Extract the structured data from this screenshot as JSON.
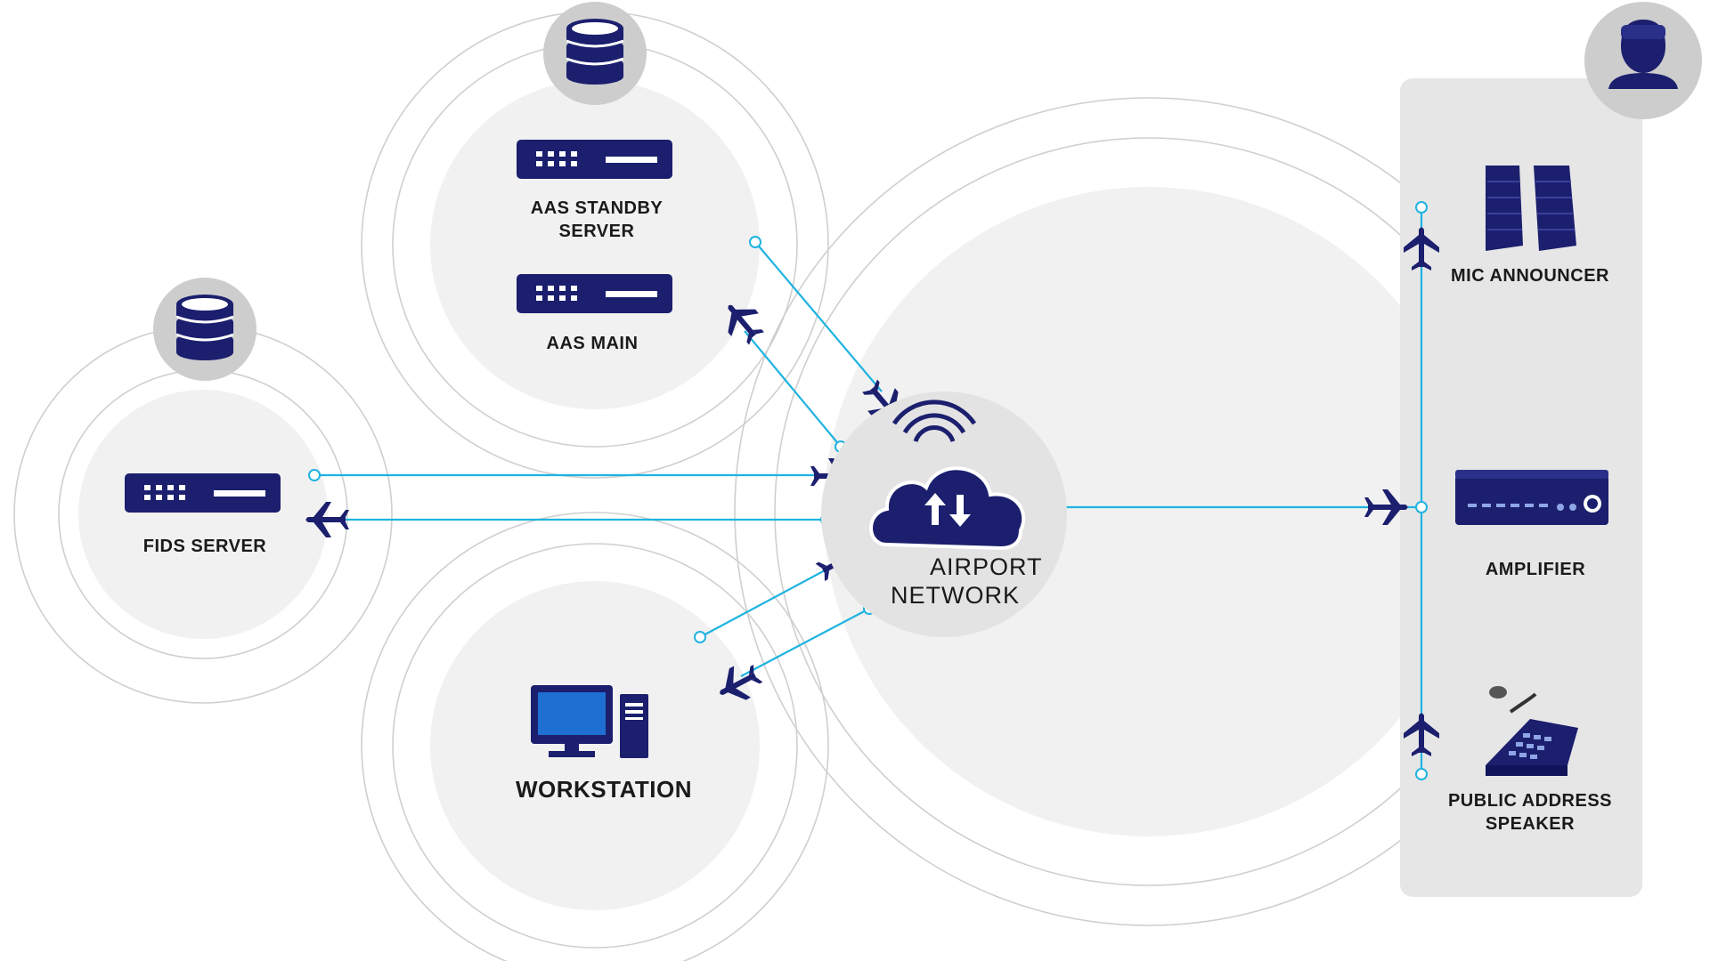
{
  "nodes": {
    "aas_standby": "AAS STANDBY",
    "aas_standby_line2": "SERVER",
    "aas_main": "AAS MAIN",
    "fids_server": "FIDS SERVER",
    "workstation": "WORKSTATION",
    "airport_network": "AIRPORT",
    "airport_network_line2": "NETWORK",
    "mic_announcer": "MIC ANNOUNCER",
    "amplifier": "AMPLIFIER",
    "pa_speaker": "PUBLIC ADDRESS",
    "pa_speaker_line2": "SPEAKER"
  },
  "colors": {
    "navy": "#1b1f6e",
    "link": "#1fb3e0",
    "ring": "#cfcfcf",
    "panel": "#e6e6e6",
    "fill": "#f1f1f1"
  },
  "icons": [
    "database-icon",
    "server-icon",
    "cloud-network-icon",
    "wifi-icon",
    "airplane-icon",
    "user-icon",
    "speaker-columns-icon",
    "amplifier-icon",
    "paging-console-icon",
    "workstation-computer-icon"
  ]
}
